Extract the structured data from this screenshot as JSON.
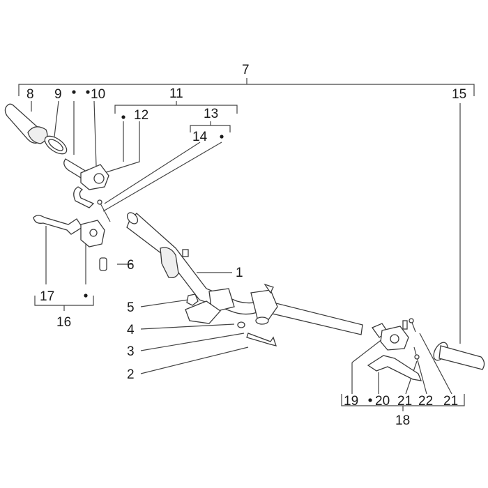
{
  "title": "",
  "callouts": [
    {
      "id": "c1",
      "text": "1"
    },
    {
      "id": "c2",
      "text": "2"
    },
    {
      "id": "c3",
      "text": "3"
    },
    {
      "id": "c4",
      "text": "4"
    },
    {
      "id": "c5",
      "text": "5"
    },
    {
      "id": "c6",
      "text": "6"
    },
    {
      "id": "c7",
      "text": "7"
    },
    {
      "id": "c8",
      "text": "8"
    },
    {
      "id": "c9",
      "text": "9"
    },
    {
      "id": "c10",
      "text": "10"
    },
    {
      "id": "c11",
      "text": "11"
    },
    {
      "id": "c12",
      "text": "12"
    },
    {
      "id": "c13",
      "text": "13"
    },
    {
      "id": "c14",
      "text": "14"
    },
    {
      "id": "c15",
      "text": "15"
    },
    {
      "id": "c16",
      "text": "16"
    },
    {
      "id": "c17",
      "text": "17"
    },
    {
      "id": "c18",
      "text": "18"
    },
    {
      "id": "c19",
      "text": "19"
    },
    {
      "id": "c20",
      "text": "20"
    },
    {
      "id": "c21a",
      "text": "21"
    },
    {
      "id": "c22",
      "text": "22"
    },
    {
      "id": "c21b",
      "text": "21"
    }
  ],
  "marker_symbol": "•",
  "colors": {
    "line": "#444444",
    "text": "#1a1a1a",
    "background": "#ffffff"
  }
}
